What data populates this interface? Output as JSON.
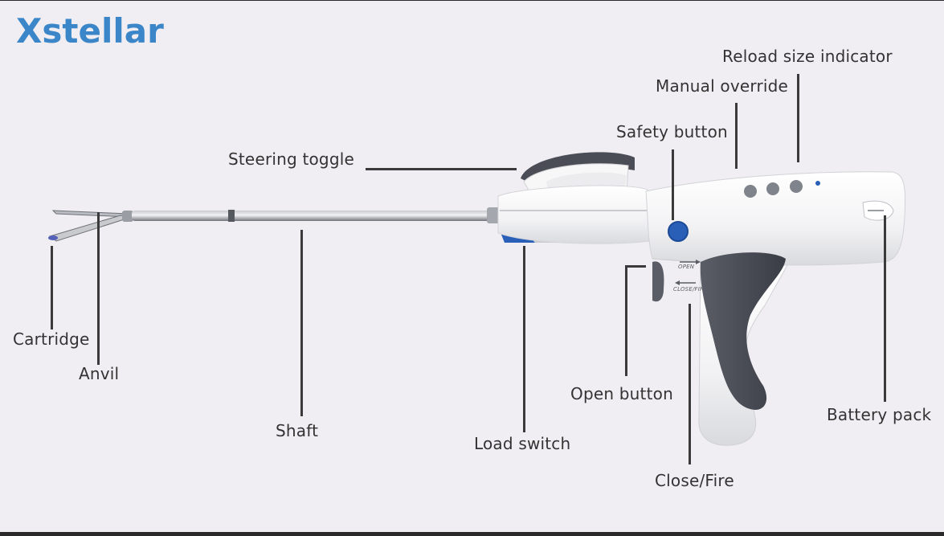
{
  "brand": {
    "logo_text": "Xstellar",
    "logo_color": "#3a86c8"
  },
  "diagram": {
    "subject": "surgical stapler",
    "labels": {
      "reload_size_indicator": "Reload size indicator",
      "manual_override": "Manual override",
      "safety_button": "Safety button",
      "steering_toggle": "Steering toggle",
      "cartridge": "Cartridge",
      "anvil": "Anvil",
      "shaft": "Shaft",
      "load_switch": "Load switch",
      "open_button": "Open button",
      "close_fire": "Close/Fire",
      "battery_pack": "Battery pack"
    },
    "device_markings": {
      "open": "OPEN",
      "close_fire": "CLOSE/FIRE"
    }
  },
  "colors": {
    "background": "#f0eef2",
    "device_body": "#f7f7f8",
    "grip_dark": "#4a4d55",
    "safety_blue": "#2a5fb8",
    "shaft_gray": "#8d9096",
    "leader_line": "#3a3a3a"
  }
}
